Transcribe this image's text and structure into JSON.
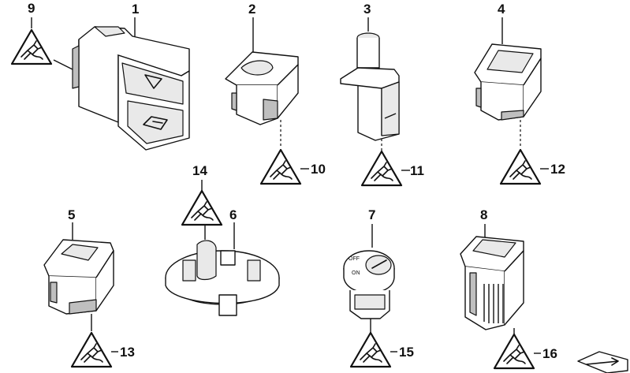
{
  "callouts": {
    "n1": "1",
    "n2": "2",
    "n3": "3",
    "n4": "4",
    "n5": "5",
    "n6": "6",
    "n7": "7",
    "n8": "8",
    "n9": "9",
    "n10": "10",
    "n11": "11",
    "n12": "12",
    "n13": "13",
    "n14": "14",
    "n15": "15",
    "n16": "16"
  },
  "switch7_labels": {
    "off": "OFF",
    "on": "ON"
  },
  "icons": {
    "warning_symbol": "plug-connector-warning-triangle-icon",
    "hazard_symbol": "hazard-triangle-icon",
    "lock_symbol": "central-locking-icon",
    "nav_arrow": "next-page-arrow-icon"
  }
}
